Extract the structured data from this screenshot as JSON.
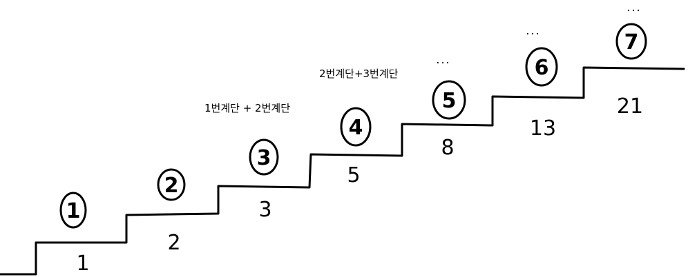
{
  "steps": [
    {
      "label": "1",
      "ways": "1",
      "ellipsis": ""
    },
    {
      "label": "2",
      "ways": "2",
      "ellipsis": ""
    },
    {
      "label": "3",
      "ways": "3",
      "ellipsis": ""
    },
    {
      "label": "4",
      "ways": "5",
      "ellipsis": ""
    },
    {
      "label": "5",
      "ways": "8",
      "ellipsis": "..."
    },
    {
      "label": "6",
      "ways": "13",
      "ellipsis": "..."
    },
    {
      "label": "7",
      "ways": "21",
      "ellipsis": "..."
    }
  ],
  "annotations": {
    "note_step3": "1번계단 + 2번계단",
    "note_step5": "2번계단+3번계단"
  }
}
